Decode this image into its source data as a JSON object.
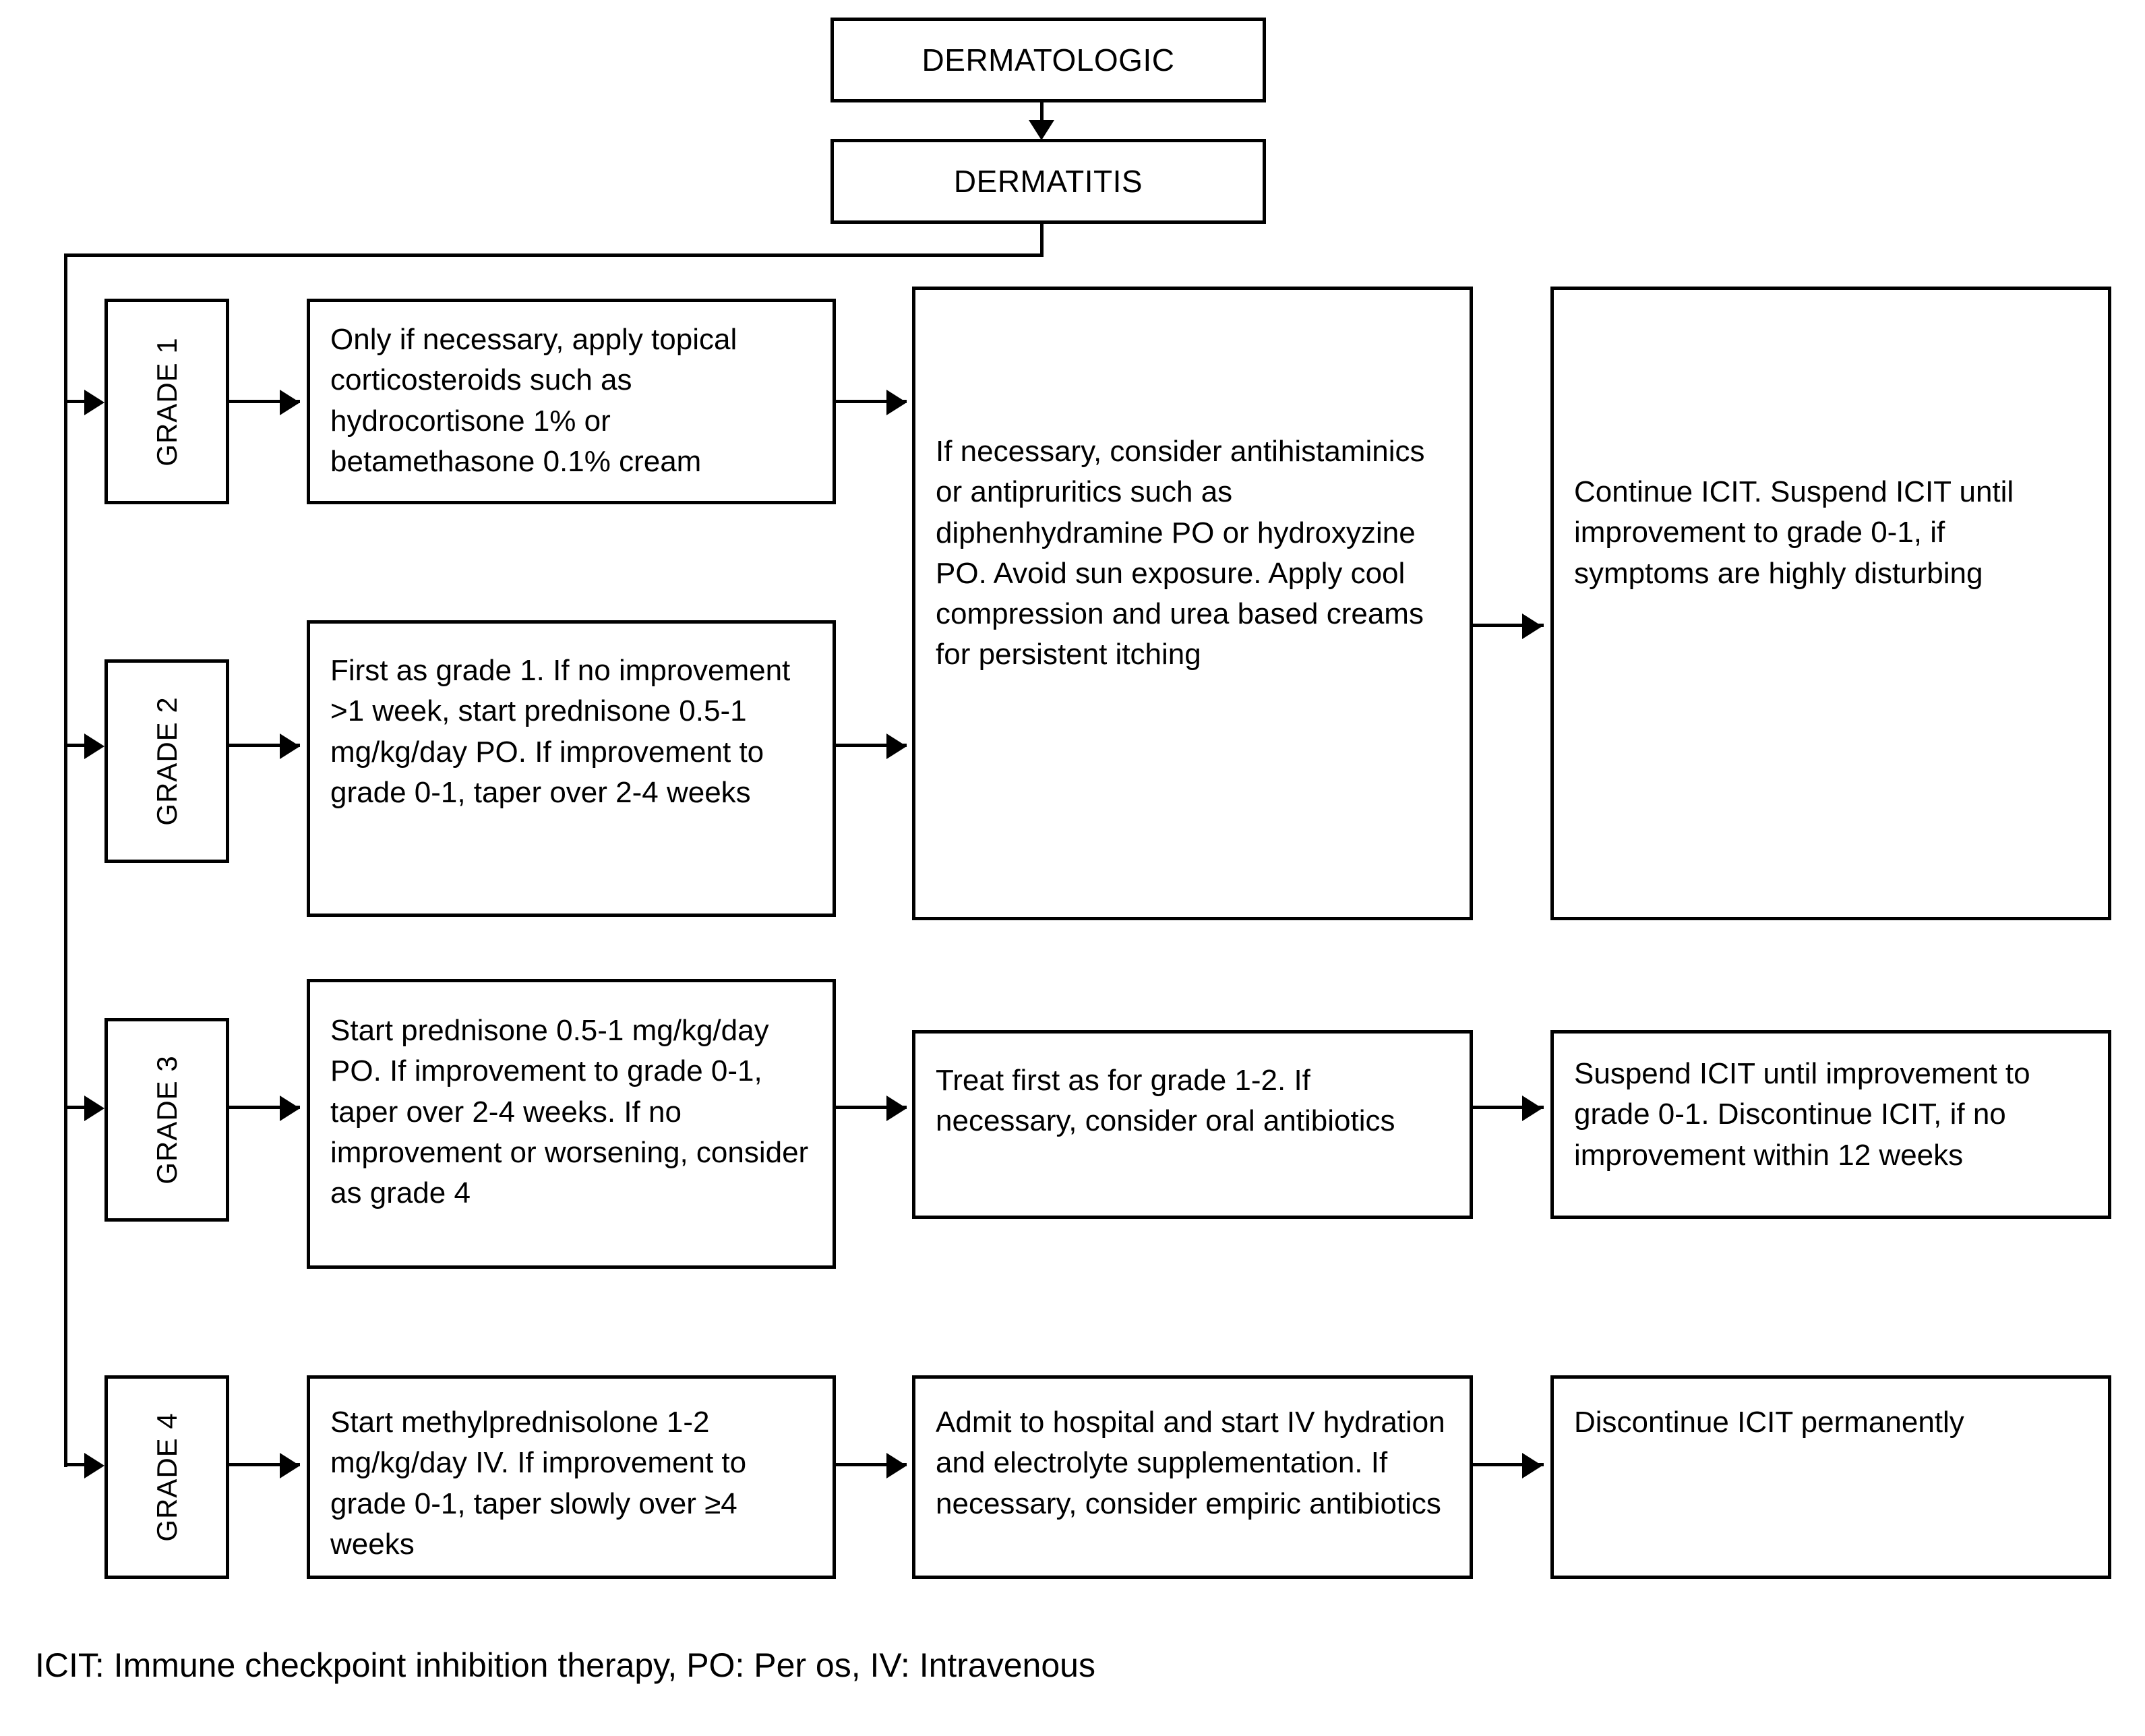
{
  "diagram": {
    "title": "DERMATOLOGIC",
    "condition": "DERMATITIS",
    "grades": [
      {
        "label": "GRADE 1",
        "treatment": "Only if necessary, apply topical corticosteroids such as hydrocortisone 1% or betamethasone 0.1% cream"
      },
      {
        "label": "GRADE 2",
        "treatment": "First as grade 1. If no improvement >1 week, start prednisone 0.5-1 mg/kg/day PO. If improvement to grade 0-1, taper over 2-4 weeks"
      },
      {
        "label": "GRADE 3",
        "treatment": "Start prednisone 0.5-1 mg/kg/day PO. If improvement to grade 0-1, taper over 2-4 weeks. If no improvement or worsening, consider as grade 4"
      },
      {
        "label": "GRADE 4",
        "treatment": "Start methylprednisolone 1-2 mg/kg/day IV. If improvement to grade 0-1, taper slowly over ≥4 weeks"
      }
    ],
    "supportive_care": {
      "grades_1_2": "If necessary, consider antihistaminics or antipruritics such as diphenhydramine PO or hydroxyzine PO. Avoid sun exposure. Apply cool compression and urea based creams for persistent itching",
      "grade_3": "Treat first as for grade 1-2. If necessary, consider oral antibiotics",
      "grade_4": "Admit to hospital and start IV hydration and electrolyte supplementation. If necessary, consider empiric antibiotics"
    },
    "icit_management": {
      "grades_1_2": "Continue ICIT. Suspend ICIT until improvement to grade 0-1, if symptoms are highly disturbing",
      "grade_3": "Suspend ICIT until improvement to grade 0-1. Discontinue ICIT, if no improvement within 12 weeks",
      "grade_4": "Discontinue ICIT permanently"
    },
    "footnote": "ICIT: Immune checkpoint inhibition therapy, PO: Per os, IV: Intravenous",
    "colors": {
      "stroke": "#000000",
      "background": "#ffffff",
      "text": "#000000"
    }
  }
}
